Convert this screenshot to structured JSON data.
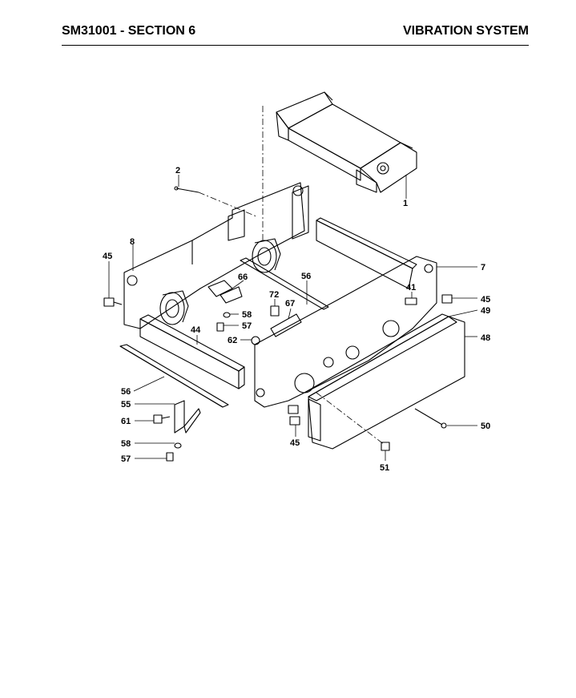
{
  "header": {
    "left": "SM31001 - SECTION 6",
    "right": "VIBRATION SYSTEM"
  },
  "callouts": [
    {
      "id": "c1",
      "label": "1"
    },
    {
      "id": "c2",
      "label": "2"
    },
    {
      "id": "c7",
      "label": "7"
    },
    {
      "id": "c8",
      "label": "8"
    },
    {
      "id": "c41",
      "label": "41"
    },
    {
      "id": "c44",
      "label": "44"
    },
    {
      "id": "c45a",
      "label": "45"
    },
    {
      "id": "c45b",
      "label": "45"
    },
    {
      "id": "c45c",
      "label": "45"
    },
    {
      "id": "c48",
      "label": "48"
    },
    {
      "id": "c49",
      "label": "49"
    },
    {
      "id": "c50",
      "label": "50"
    },
    {
      "id": "c51",
      "label": "51"
    },
    {
      "id": "c55",
      "label": "55"
    },
    {
      "id": "c56a",
      "label": "56"
    },
    {
      "id": "c56b",
      "label": "56"
    },
    {
      "id": "c57a",
      "label": "57"
    },
    {
      "id": "c57b",
      "label": "57"
    },
    {
      "id": "c58a",
      "label": "58"
    },
    {
      "id": "c58b",
      "label": "58"
    },
    {
      "id": "c61",
      "label": "61"
    },
    {
      "id": "c62",
      "label": "62"
    },
    {
      "id": "c66",
      "label": "66"
    },
    {
      "id": "c67",
      "label": "67"
    },
    {
      "id": "c72",
      "label": "72"
    }
  ]
}
